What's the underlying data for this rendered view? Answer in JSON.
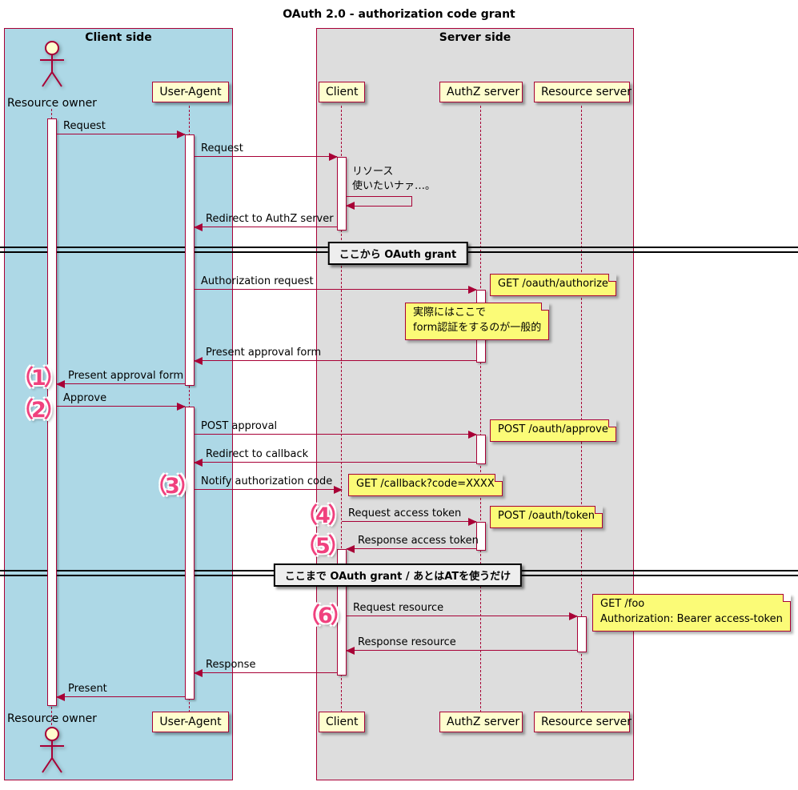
{
  "title": "OAuth 2.0 - authorization code grant",
  "groups": {
    "client_side": "Client side",
    "server_side": "Server side"
  },
  "participants": {
    "resource_owner": "Resource owner",
    "user_agent": "User-Agent",
    "client": "Client",
    "authz_server": "AuthZ server",
    "resource_server": "Resource server"
  },
  "steps": {
    "s1": "（1）",
    "s2": "（2）",
    "s3": "（3）",
    "s4": "（4）",
    "s5": "（5）",
    "s6": "（6）"
  },
  "messages": {
    "request_owner": "Request",
    "request_ua": "Request",
    "self_think_line1": "リソース",
    "self_think_line2": "使いたいナァ…。",
    "redirect_authz": "Redirect to AuthZ server",
    "authorization_request": "Authorization request",
    "present_approval_form_ua": "Present approval form",
    "present_approval_form_owner": "Present approval form",
    "approve": "Approve",
    "post_approval": "POST approval",
    "redirect_callback": "Redirect to callback",
    "notify_code": "Notify authorization code",
    "request_access_token": "Request access token",
    "response_access_token": "Response access token",
    "request_resource": "Request resource",
    "response_resource": "Response resource",
    "response": "Response",
    "present": "Present"
  },
  "notes": {
    "authorize": "GET /oauth/authorize",
    "form_auth_line1": "実際にはここで",
    "form_auth_line2": "form認証をするのが一般的",
    "approve": "POST /oauth/approve",
    "callback": "GET /callback?code=XXXX",
    "token": "POST /oauth/token",
    "foo_line1": "GET /foo",
    "foo_line2": "Authorization: Bearer access-token"
  },
  "dividers": {
    "start": "ここから OAuth grant",
    "end": "ここまで OAuth grant / あとはATを使うだけ"
  },
  "colors": {
    "arrow": "#A80036",
    "client_box_fill": "#ADD8E6",
    "server_box_fill": "#DDDDDD",
    "participant_fill": "#FEFECE",
    "note_fill": "#FBFB77",
    "divider_fill": "#EEEEEE",
    "step_text": "#F0417E"
  }
}
